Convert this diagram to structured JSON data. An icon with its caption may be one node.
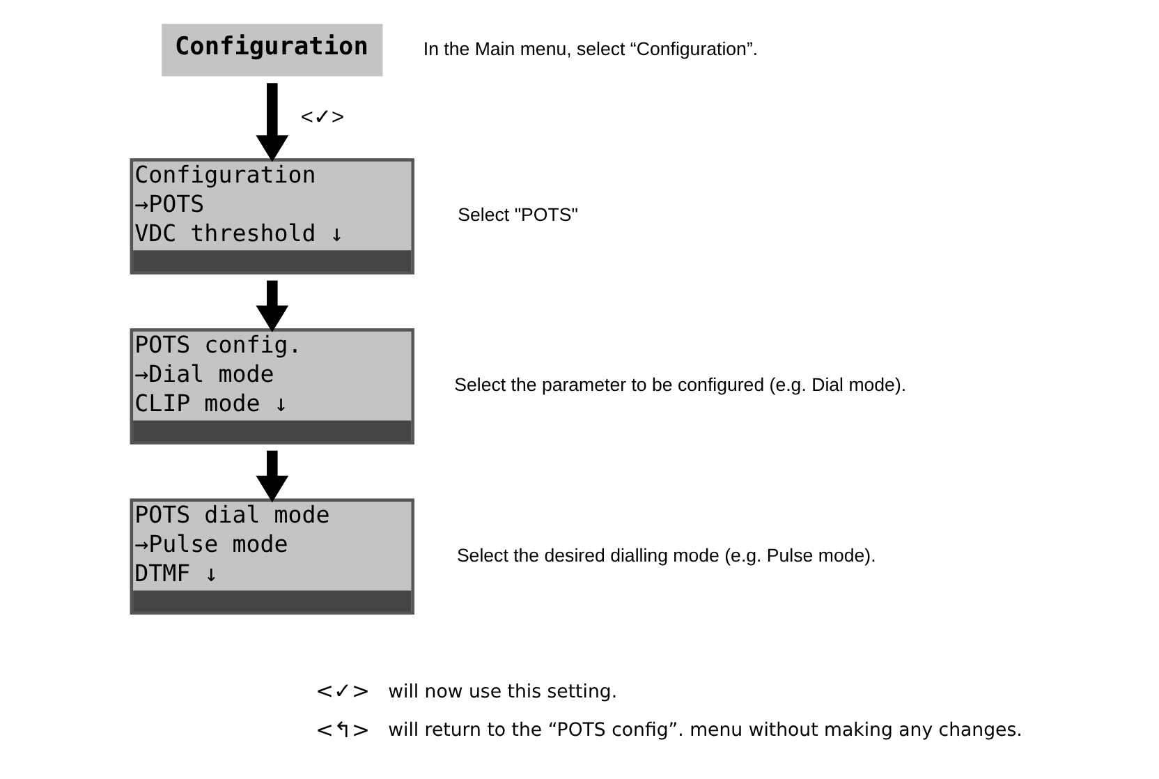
{
  "diagram": {
    "nodes": [
      {
        "text": [
          "Configuration"
        ],
        "beside": [
          "In the Main menu, select “Configuration”."
        ]
      },
      {
        "text": [
          "Configuration",
          "→POTS",
          "VDC threshold ↓"
        ],
        "beside": [
          "Select \"POTS\""
        ]
      },
      {
        "text": [
          "POTS config.",
          "→Dial mode",
          "CLIP mode ↓"
        ],
        "beside": [
          "Select the parameter to be configured (e.g. Dial mode)."
        ]
      },
      {
        "text": [
          "POTS dial mode",
          "→Pulse mode",
          "DTMF ↓"
        ],
        "beside": [
          "Select the desired dialling mode (e.g. Pulse mode)."
        ]
      }
    ],
    "edges": [
      {
        "from": 0,
        "to": 1,
        "arrow": "to",
        "label": "<✓>"
      },
      {
        "from": 1,
        "to": 2,
        "arrow": "to"
      },
      {
        "from": 2,
        "to": 3,
        "arrow": "to"
      }
    ],
    "labels": [
      "<✓>",
      "will now use this setting.",
      "<↰>",
      "will return to the “POTS config”. menu without making any changes."
    ]
  }
}
